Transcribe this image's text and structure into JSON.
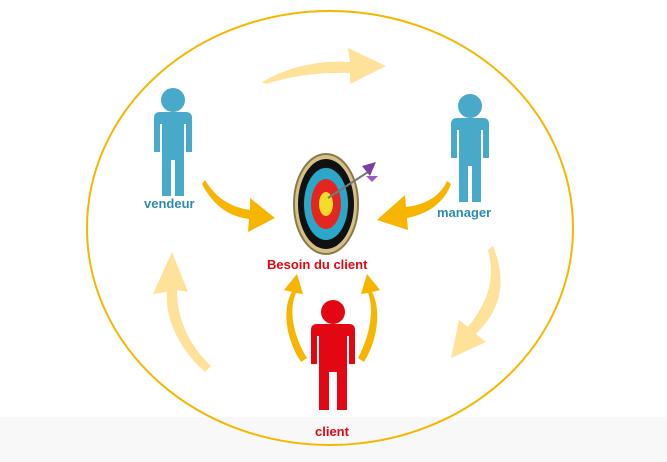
{
  "labels": {
    "vendeur": "vendeur",
    "manager": "manager",
    "center": "Besoin du client",
    "client": "client"
  },
  "colors": {
    "circle": "#f5b700",
    "arrow_strong": "#f7b500",
    "arrow_faded": "#ffe29a",
    "person_blue": "#49a9c8",
    "person_red": "#e30613",
    "label_blue": "#2f8bb0",
    "label_red": "#e30613"
  },
  "icons": {
    "person_left": "person-icon",
    "person_right": "person-icon",
    "person_bottom": "person-icon",
    "center": "target-with-arrow-icon"
  }
}
